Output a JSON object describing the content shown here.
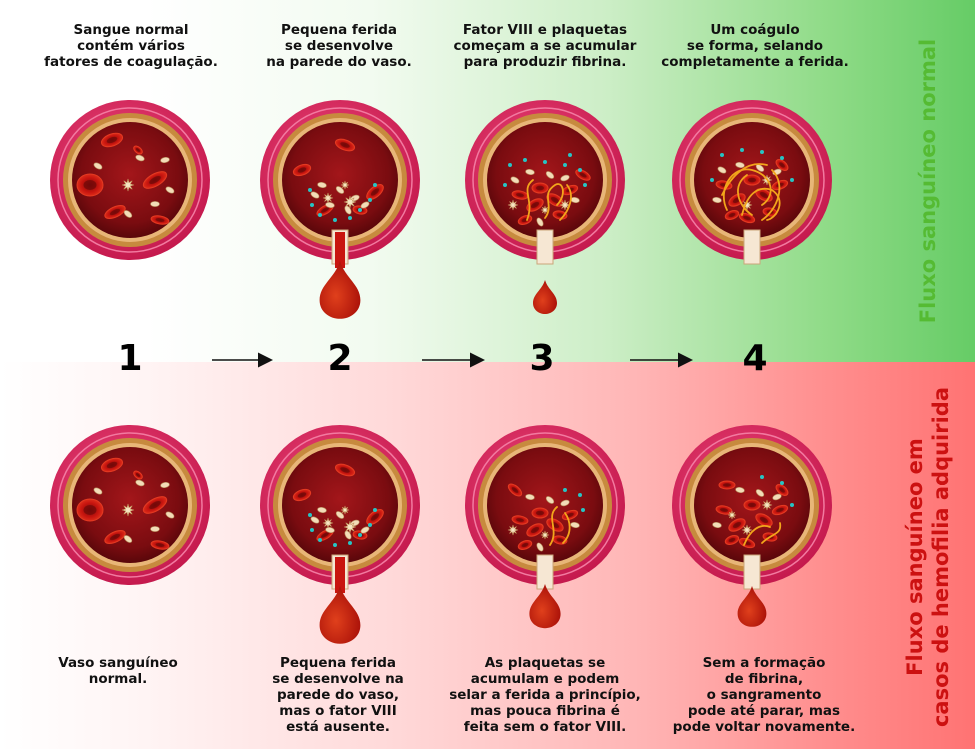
{
  "colors": {
    "normal_flow": "#55bb33",
    "hemophilia_flow": "#cc1111",
    "vessel_outer": "#d6225b",
    "vessel_lumen": "#6b0a0c",
    "blood": "#c0150a",
    "fibrin": "#f2a51b",
    "factor_viii": "#27c4c4"
  },
  "side_labels": {
    "normal": "Fluxo sanguíneo normal",
    "hemophilia_line1": "Fluxo sanguíneo em",
    "hemophilia_line2": "casos de hemofilia adquirida"
  },
  "step_numbers": [
    "1",
    "2",
    "3",
    "4"
  ],
  "top_captions": [
    "Sangue normal\ncontém vários\nfatores de coagulação.",
    "Pequena ferida\nse desenvolve\nna parede do vaso.",
    "Fator VIII e plaquetas\ncomeçam a se acumular\npara produzir fibrina.",
    "Um coágulo\nse forma, selando\ncompletamente a ferida."
  ],
  "bottom_captions": [
    "Vaso sanguíneo\nnormal.",
    "Pequena ferida\nse desenvolve na\nparede do vaso,\nmas o fator VIII\nestá ausente.",
    "As plaquetas se\nacumulam e podem\nselar a ferida a princípio,\nmas pouca fibrina é\nfeita sem o fator VIII.",
    "Sem a formação\nde fibrina,\no sangramento\npode até parar, mas\npode voltar novamente."
  ]
}
